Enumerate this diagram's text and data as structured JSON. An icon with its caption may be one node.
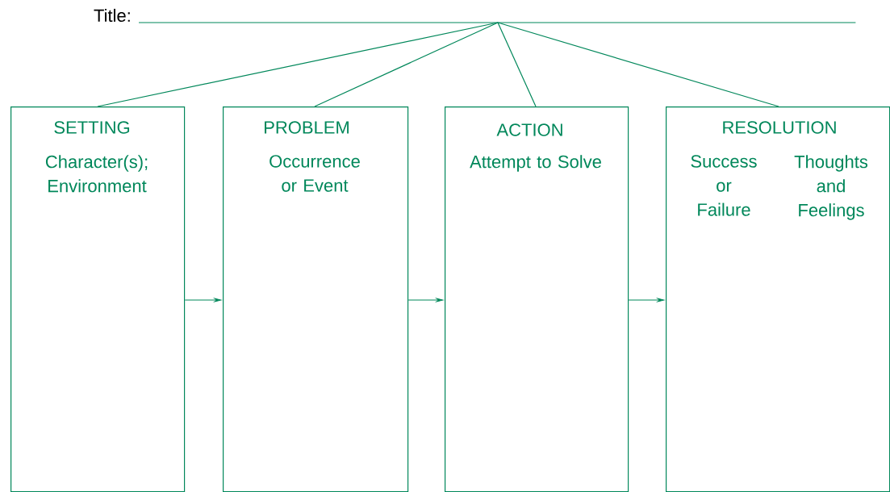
{
  "diagram": {
    "nodes": [
      {
        "text": [],
        "shape": "bar",
        "beside": [
          "Title:"
        ]
      },
      {
        "text": [
          "SETTING",
          "Character(s); Environment"
        ]
      },
      {
        "text": [
          "PROBLEM",
          "Occurrence or Event"
        ]
      },
      {
        "text": [
          "ACTION",
          "Attempt to Solve"
        ]
      },
      {
        "text": [
          "RESOLUTION",
          "Success or Failure",
          "Thoughts and Feelings"
        ]
      }
    ],
    "edges": [
      {
        "from": 0,
        "to": 1,
        "arrow": "none"
      },
      {
        "from": 0,
        "to": 2,
        "arrow": "none"
      },
      {
        "from": 0,
        "to": 3,
        "arrow": "none"
      },
      {
        "from": 0,
        "to": 4,
        "arrow": "none"
      },
      {
        "from": 1,
        "to": 2,
        "arrow": "to"
      },
      {
        "from": 2,
        "to": 3,
        "arrow": "to"
      },
      {
        "from": 3,
        "to": 4,
        "arrow": "to"
      }
    ]
  }
}
